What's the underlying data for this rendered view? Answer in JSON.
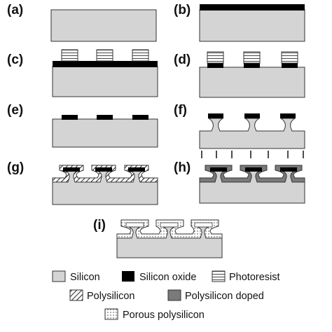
{
  "panels": {
    "a": {
      "label": "(a)"
    },
    "b": {
      "label": "(b)"
    },
    "c": {
      "label": "(c)"
    },
    "d": {
      "label": "(d)"
    },
    "e": {
      "label": "(e)"
    },
    "f": {
      "label": "(f)"
    },
    "g": {
      "label": "(g)"
    },
    "h": {
      "label": "(h)"
    },
    "i": {
      "label": "(i)"
    }
  },
  "legend": {
    "silicon": "Silicon",
    "silicon_oxide": "Silicon oxide",
    "photoresist": "Photoresist",
    "polysilicon": "Polysilicon",
    "polysilicon_doped": "Polysilicon doped",
    "porous_polysilicon": "Porous polysilicon"
  },
  "colors": {
    "silicon": "#d4d4d4",
    "silicon_oxide": "#000000",
    "photoresist": "#ffffff",
    "polysilicon_hatch": "#222222",
    "polysilicon_doped": "#7a7a7a",
    "porous_dots": "#444444",
    "outline": "#333333"
  }
}
